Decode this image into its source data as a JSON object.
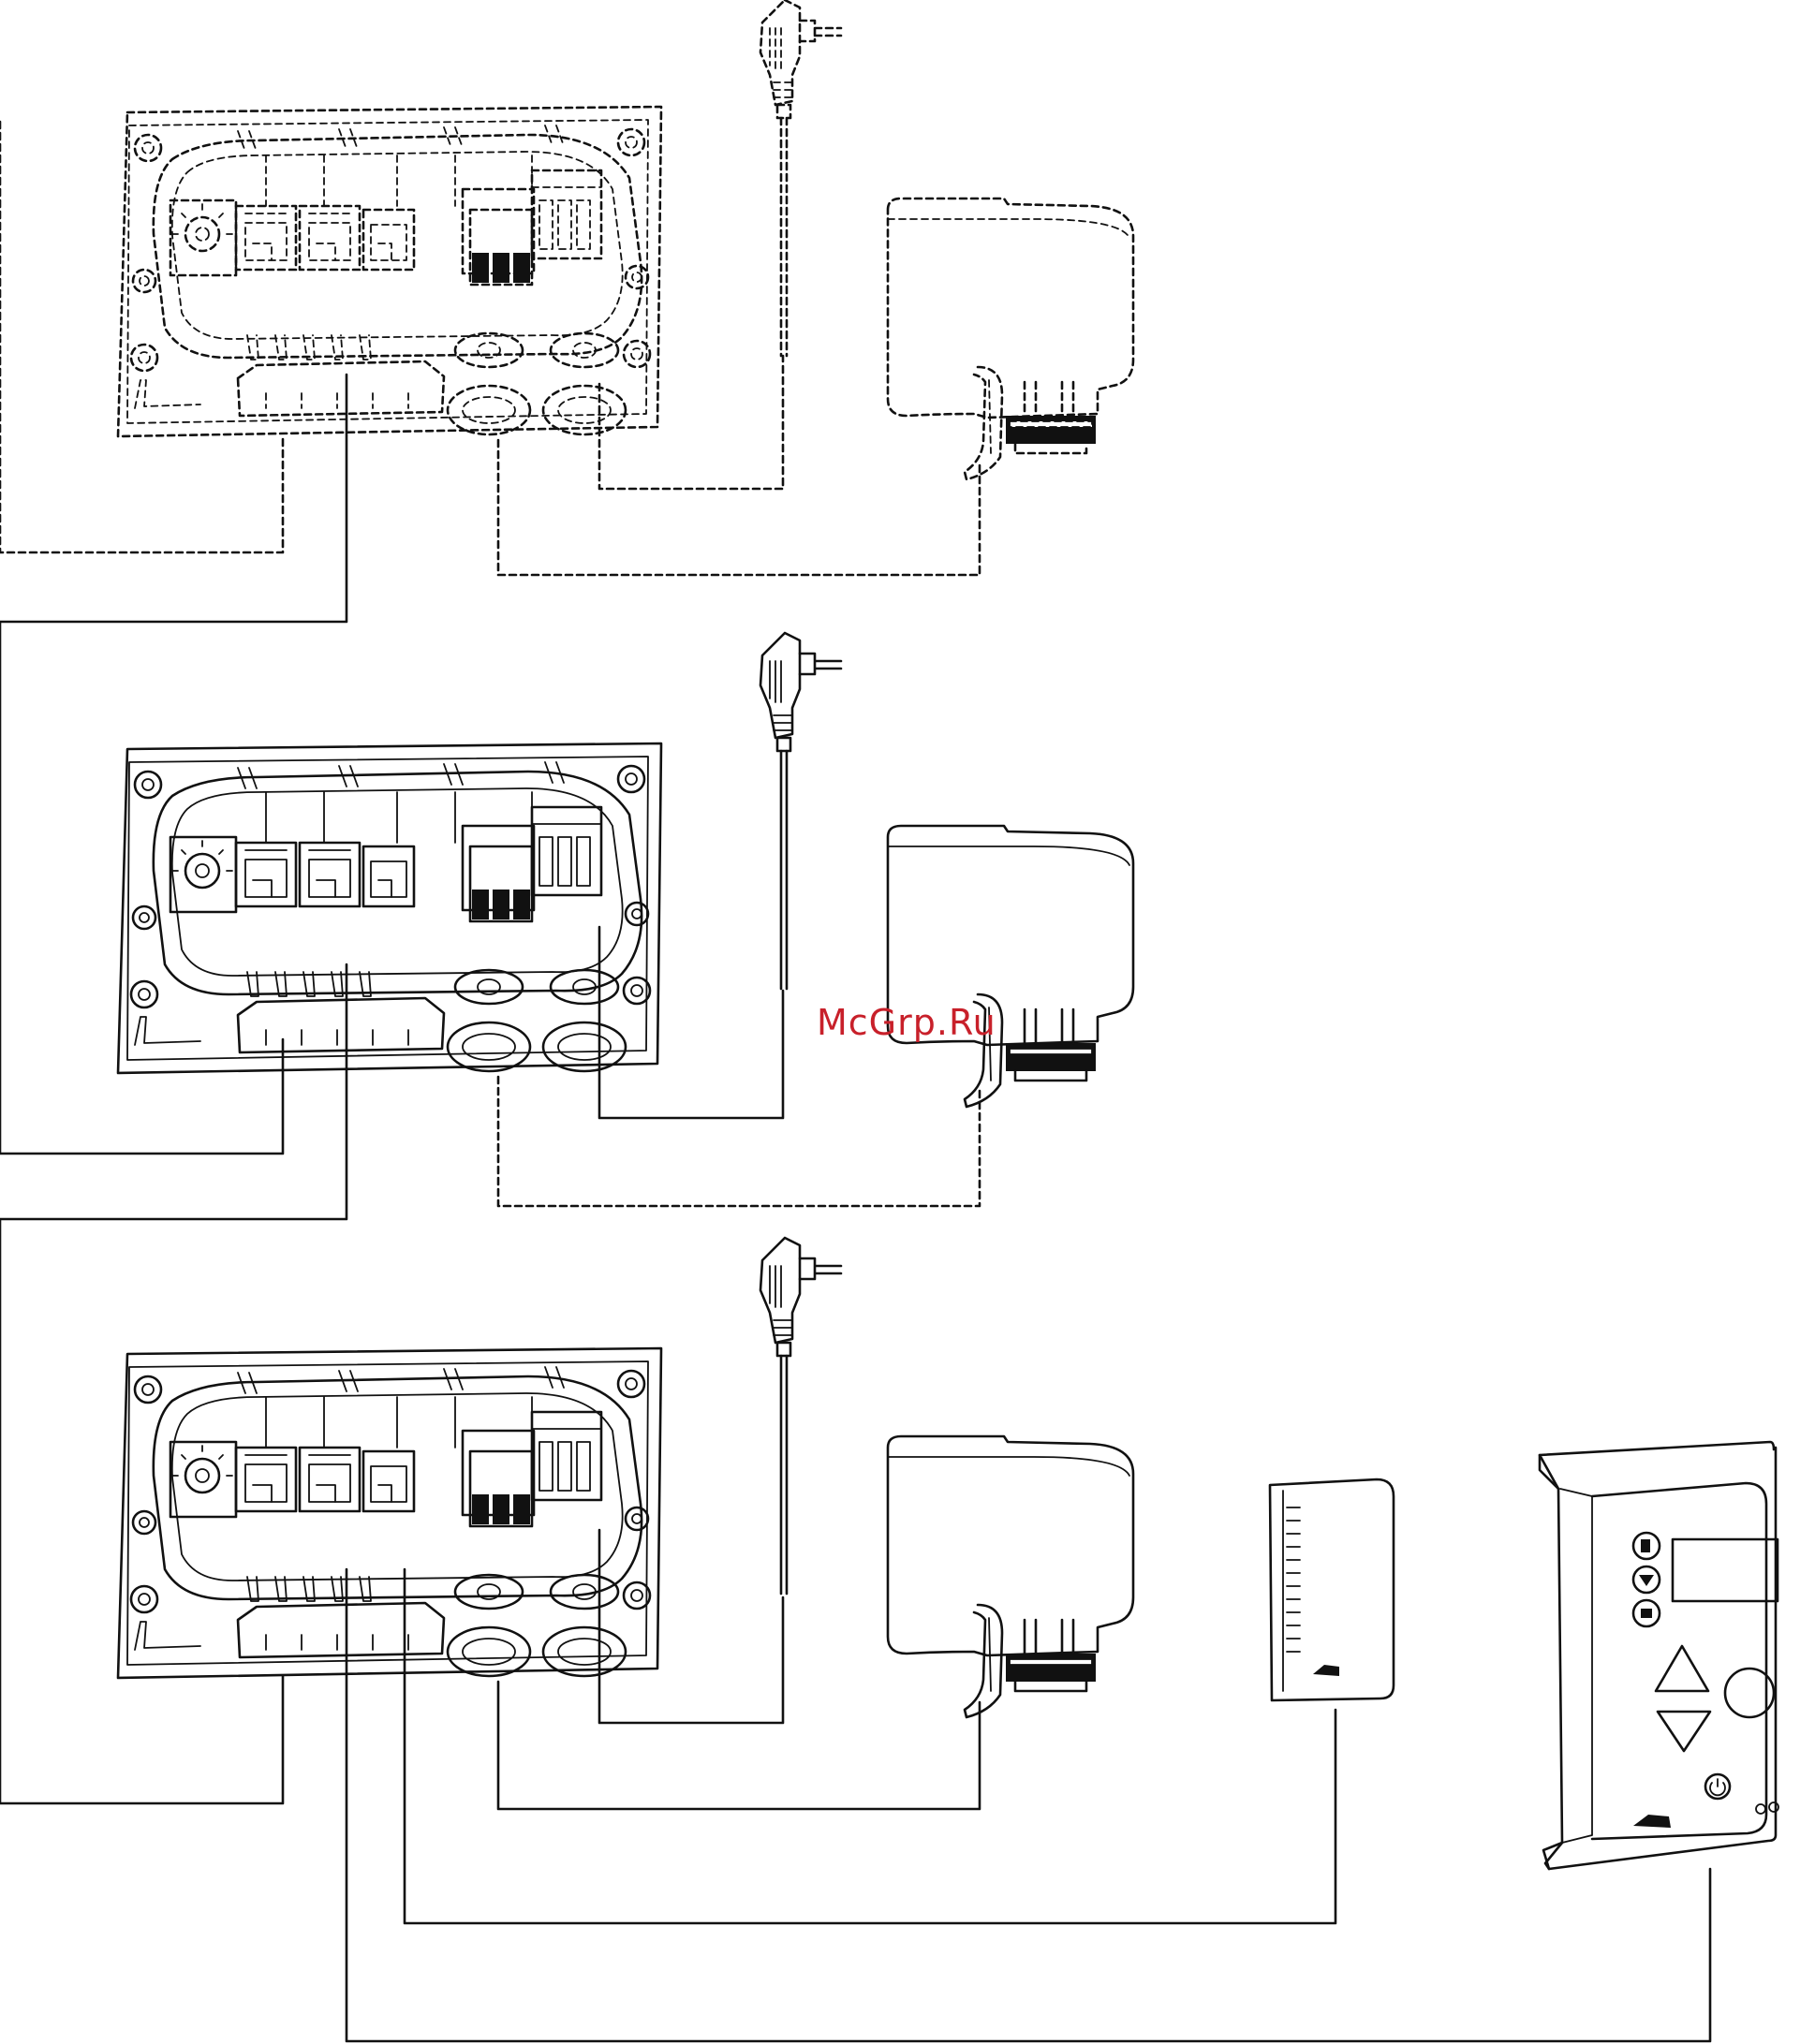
{
  "watermark": {
    "text": "McGrp.Ru",
    "color": "#c8202a"
  },
  "colors": {
    "line": "#111111",
    "background": "#ffffff"
  },
  "units": [
    {
      "id": "unit-1",
      "style": "dashed",
      "devices": [
        "power-plug",
        "valve-actuator"
      ]
    },
    {
      "id": "unit-2",
      "style": "solid",
      "devices": [
        "power-plug",
        "valve-actuator"
      ]
    },
    {
      "id": "unit-3",
      "style": "solid",
      "devices": [
        "power-plug",
        "valve-actuator",
        "room-sensor",
        "control-panel"
      ]
    }
  ],
  "icons": [
    "terminal-box-icon",
    "power-plug-icon",
    "valve-actuator-icon",
    "room-sensor-icon",
    "control-panel-icon"
  ]
}
